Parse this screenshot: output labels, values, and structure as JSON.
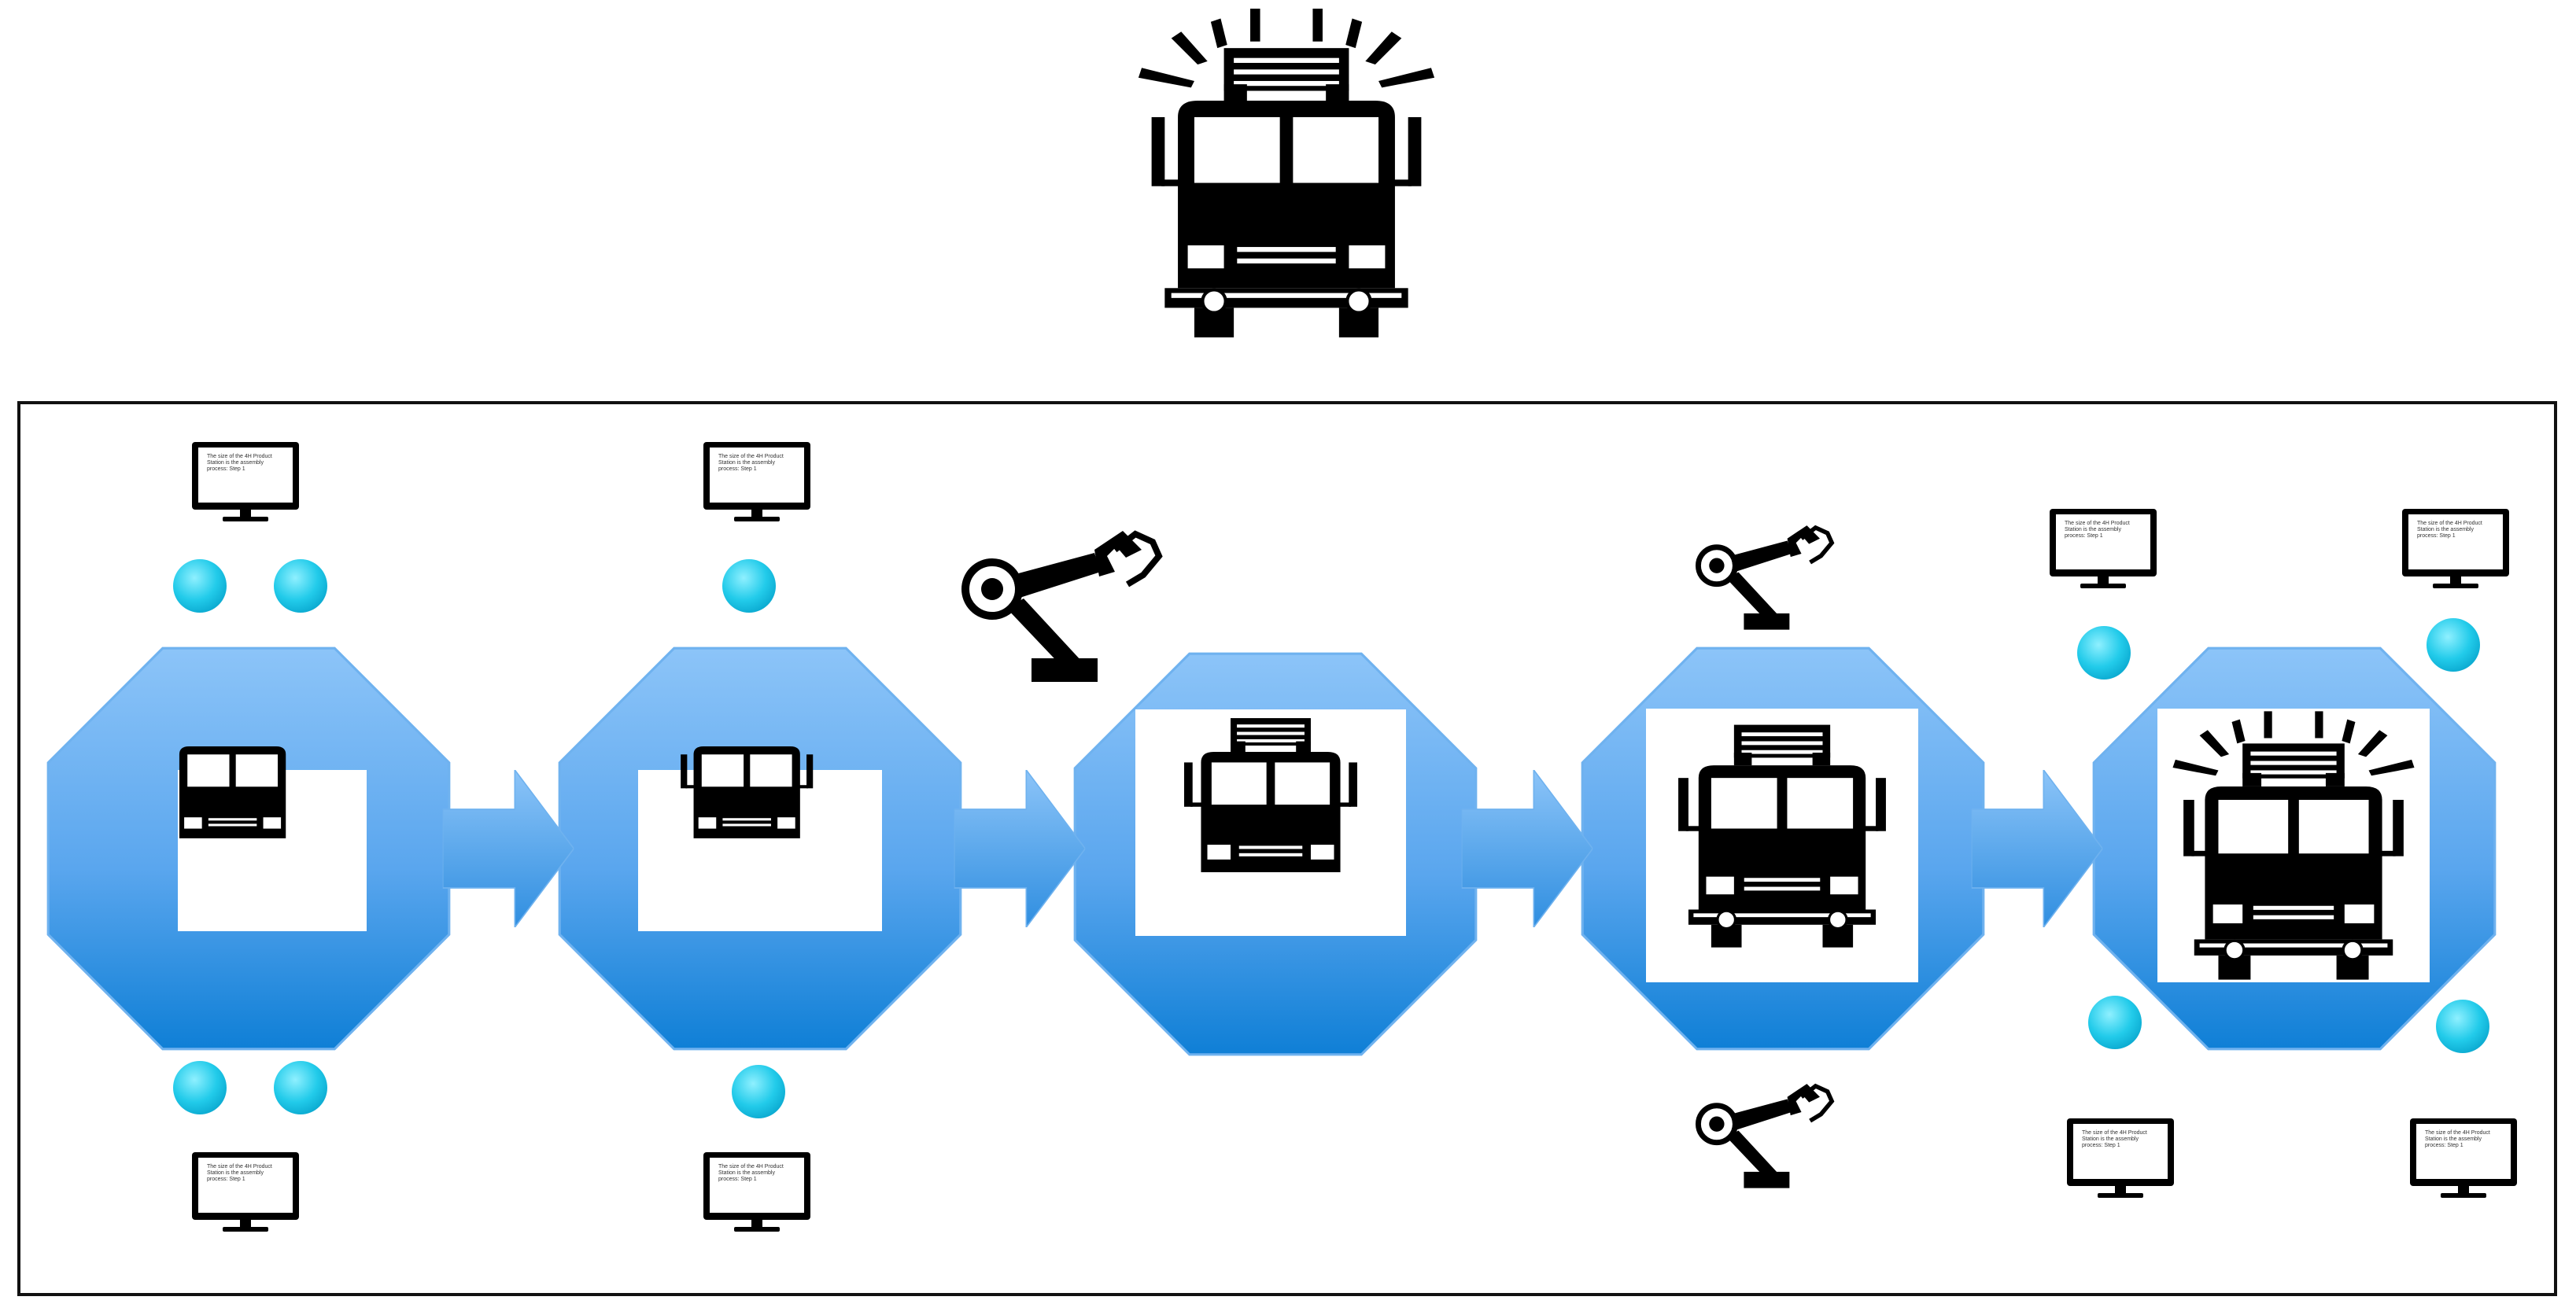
{
  "diagram": {
    "stages": [
      {
        "id": "stage-1",
        "stage": "cab",
        "sensors": 4,
        "monitors": 2
      },
      {
        "id": "stage-2",
        "stage": "cab-with-mirrors",
        "sensors": 2,
        "monitors": 2
      },
      {
        "id": "stage-3",
        "stage": "cab-with-roof-lights",
        "robot_arms": 1
      },
      {
        "id": "stage-4",
        "stage": "cab-with-wheels",
        "robot_arms": 2
      },
      {
        "id": "stage-5",
        "stage": "complete-fire-truck",
        "sensors": 4,
        "monitors": 4
      }
    ],
    "colors": {
      "station_top": "#8cc4f8",
      "station_bottom": "#0f7fd6",
      "station_stroke": "#5aa6ec",
      "arrow_top": "#7fbaf3",
      "arrow_bottom": "#2f8ee0",
      "sensor": "#1fc8e8",
      "sensor_highlight": "#8ff0ff",
      "truck": "#000000",
      "frame": "#111111"
    },
    "monitor_text": [
      "The size of the 4H Product Station is",
      "the assembly process: Step 1"
    ],
    "icons": [
      "fire-truck-icon",
      "robot-arm-icon",
      "monitor-icon",
      "sensor-icon"
    ]
  }
}
